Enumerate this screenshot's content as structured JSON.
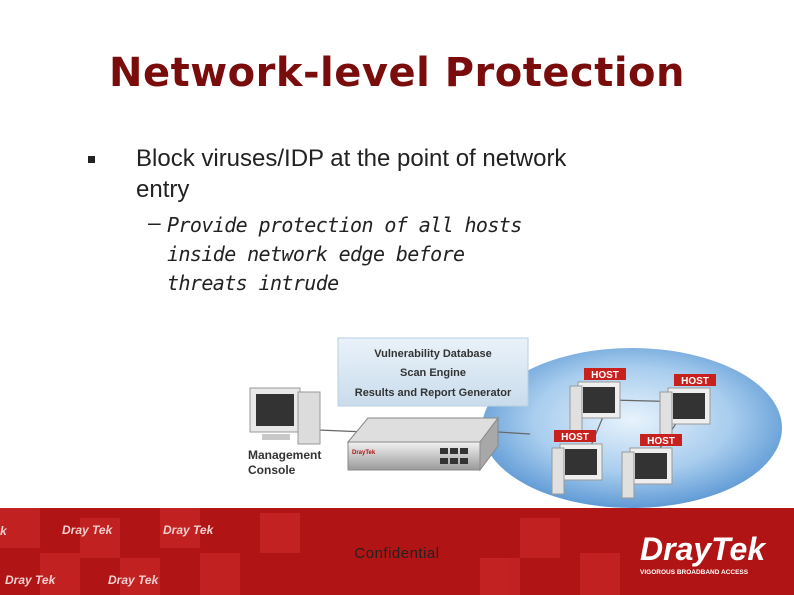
{
  "slide": {
    "title": "Network-level Protection",
    "bullet": "Block viruses/IDP at the point of network entry",
    "sub_dash": "–",
    "sub_bullet": "Provide protection of all hosts inside network edge before threats intrude",
    "footer_text": "Confidential"
  },
  "diagram": {
    "panel_lines": [
      "Vulnerability Database",
      "Scan Engine",
      "Results and Report Generator"
    ],
    "console_label_1": "Management",
    "console_label_2": "Console",
    "router_brand": "DrayTek",
    "hosts": [
      "HOST",
      "HOST",
      "HOST",
      "HOST"
    ]
  },
  "brand": {
    "name": "DrayTek",
    "tagline": "VIGOROUS BROADBAND ACCESS",
    "watermarks": [
      "k",
      "Dray Tek",
      "Dray Tek",
      "Dray Tek",
      "Dray Tek"
    ]
  },
  "colors": {
    "title": "#7a0c0c",
    "footer_red": "#b01414",
    "host_label": "#c8201c",
    "panel": "#dce9f3",
    "cloud": "#4f8fd0"
  }
}
